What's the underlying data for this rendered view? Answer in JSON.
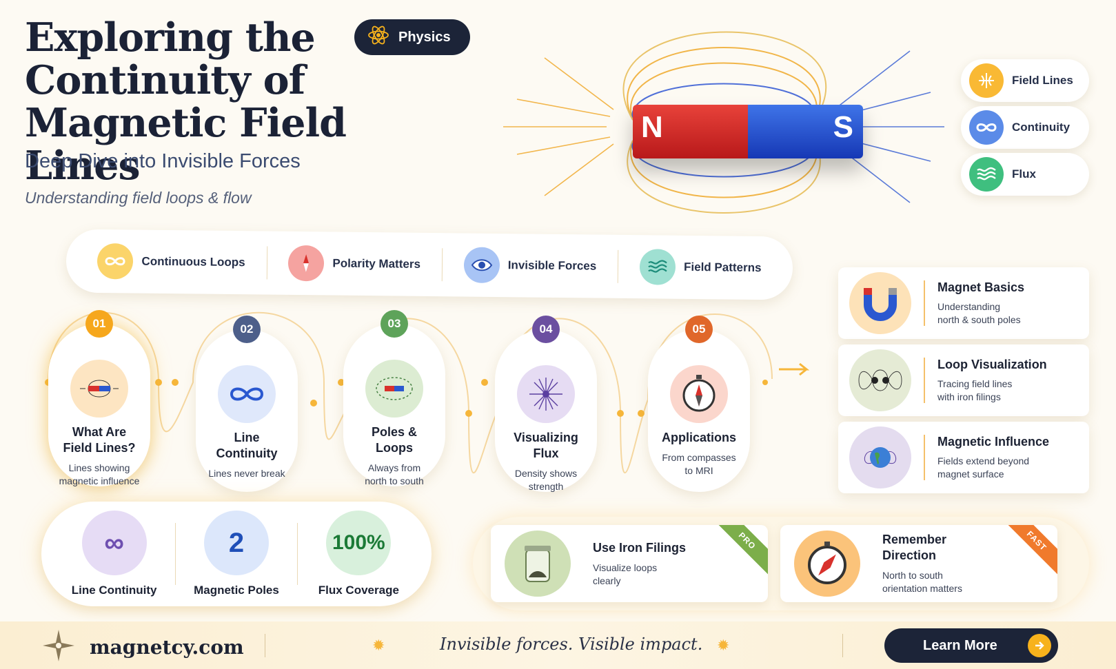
{
  "header": {
    "title_line1": "Exploring the",
    "title_line2": "Continuity of",
    "title_line3": "Magnetic Field Lines",
    "subtitle": "Deep Dive into Invisible Forces",
    "tagline": "Understanding field loops & flow",
    "category_pill": "Physics"
  },
  "magnet": {
    "north_label": "N",
    "south_label": "S"
  },
  "chips": [
    {
      "label": "Field Lines",
      "icon": "field-lines-icon",
      "color": "#f9b934"
    },
    {
      "label": "Continuity",
      "icon": "infinity-icon",
      "color": "#5b8be8"
    },
    {
      "label": "Flux",
      "icon": "waves-icon",
      "color": "#3fbf7f"
    }
  ],
  "ribbon": [
    {
      "label": "Continuous Loops",
      "icon": "infinity-icon",
      "color": "#fbd46a"
    },
    {
      "label": "Polarity Matters",
      "icon": "compass-ns-icon",
      "color": "#f5a3a0"
    },
    {
      "label": "Invisible Forces",
      "icon": "eye-icon",
      "color": "#a8c4f5"
    },
    {
      "label": "Field Patterns",
      "icon": "waves-icon",
      "color": "#9fe0d2"
    }
  ],
  "steps": [
    {
      "num": "01",
      "title_a": "What Are",
      "title_b": "Field Lines?",
      "desc_a": "Lines showing",
      "desc_b": "magnetic influence",
      "color": "#f6a71c",
      "icon": "bar-magnet-field-icon",
      "bg": "#fde5c2"
    },
    {
      "num": "02",
      "title_a": "Line",
      "title_b": "Continuity",
      "desc_a": "Lines never break",
      "desc_b": "",
      "color": "#4d5f8a",
      "icon": "infinity-icon",
      "bg": "#dfe8fb"
    },
    {
      "num": "03",
      "title_a": "Poles &",
      "title_b": "Loops",
      "desc_a": "Always from",
      "desc_b": "north to south",
      "color": "#5ea35a",
      "icon": "magnet-loop-icon",
      "bg": "#dcecd2"
    },
    {
      "num": "04",
      "title_a": "Visualizing",
      "title_b": "Flux",
      "desc_a": "Density shows",
      "desc_b": "strength",
      "color": "#6b4fa0",
      "icon": "flux-burst-icon",
      "bg": "#e6dcf3"
    },
    {
      "num": "05",
      "title_a": "Applications",
      "title_b": "",
      "desc_a": "From compasses",
      "desc_b": "to MRI",
      "color": "#e0672a",
      "icon": "compass-icon",
      "bg": "#fbd6cc"
    }
  ],
  "right_cards": [
    {
      "title": "Magnet Basics",
      "desc_a": "Understanding",
      "desc_b": "north & south poles",
      "icon": "horseshoe-magnet-icon",
      "bg": "#fde2b8"
    },
    {
      "title": "Loop Visualization",
      "desc_a": "Tracing field lines",
      "desc_b": "with iron filings",
      "icon": "iron-filings-icon",
      "bg": "#e5ebd5"
    },
    {
      "title": "Magnetic Influence",
      "desc_a": "Fields extend beyond",
      "desc_b": "magnet surface",
      "icon": "earth-field-icon",
      "bg": "#e4dcef"
    }
  ],
  "stats": [
    {
      "value": "∞",
      "label": "Line Continuity",
      "bg": "#e6dcf5",
      "fg": "#6e4fb0"
    },
    {
      "value": "2",
      "label": "Magnetic Poles",
      "bg": "#dce7fb",
      "fg": "#1f4fb8"
    },
    {
      "value": "100%",
      "label": "Flux Coverage",
      "bg": "#d8f0dc",
      "fg": "#1b7a36"
    }
  ],
  "tips": [
    {
      "title_a": "Use Iron Filings",
      "title_b": "",
      "desc_a": "Visualize loops",
      "desc_b": "clearly",
      "badge": "PRO",
      "badge_color": "#7cae4a",
      "icon": "iron-filings-jar-icon",
      "bg": "#cfe0b6"
    },
    {
      "title_a": "Remember",
      "title_b": "Direction",
      "desc_a": "North to south",
      "desc_b": "orientation matters",
      "badge": "FAST",
      "badge_color": "#f07a2c",
      "icon": "compass-icon",
      "bg": "#fbc37a"
    }
  ],
  "footer": {
    "brand": "magnetcy.com",
    "slogan": "Invisible forces. Visible impact.",
    "cta": "Learn More"
  }
}
